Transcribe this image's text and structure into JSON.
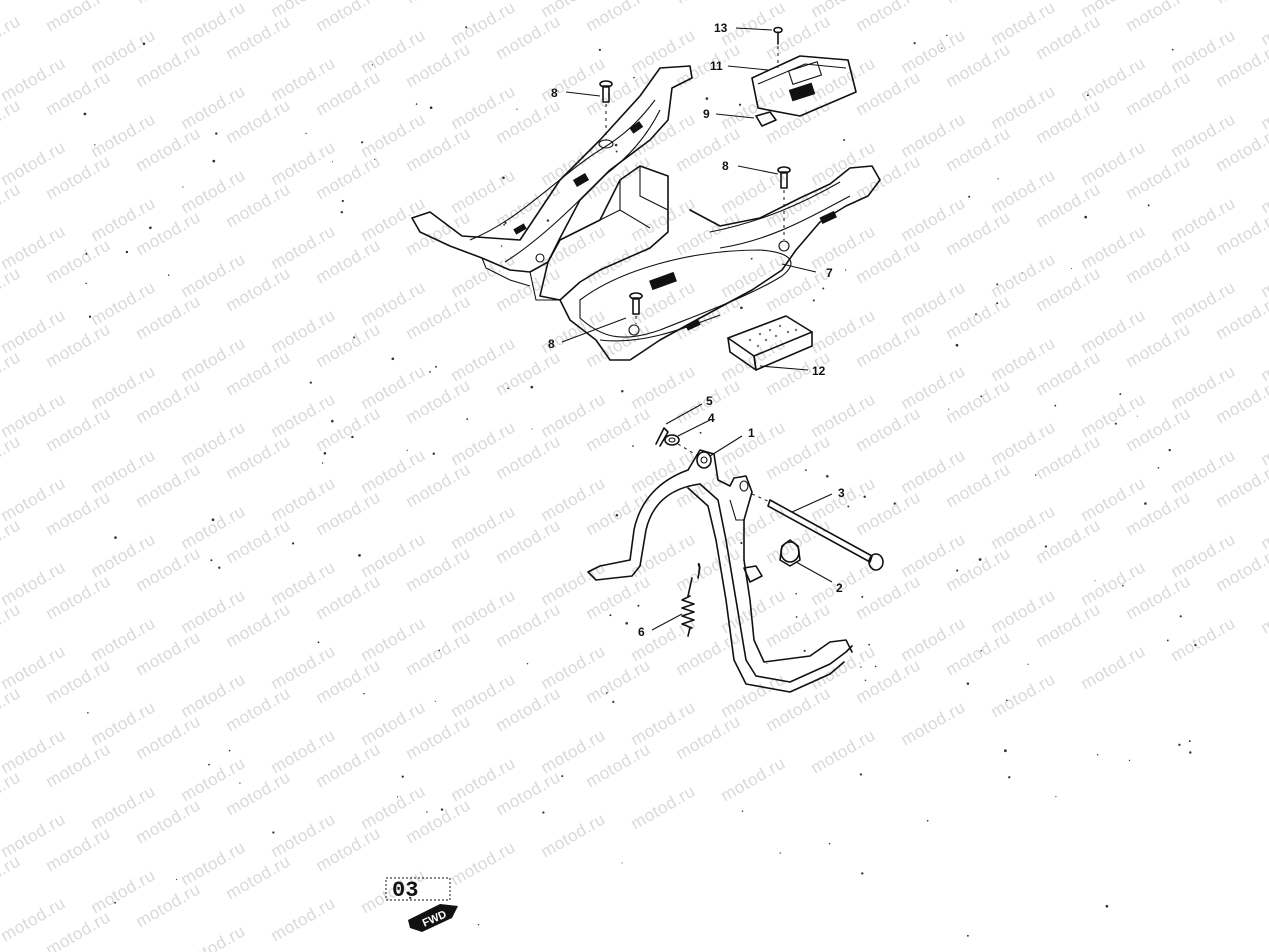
{
  "watermark": {
    "text": "motod.ru"
  },
  "callouts": {
    "c1": "1",
    "c2": "2",
    "c3": "3",
    "c4": "4",
    "c5": "5",
    "c6": "6",
    "c7": "7",
    "c8a": "8",
    "c8b": "8",
    "c8c": "8",
    "c9": "9",
    "c11": "11",
    "c12": "12",
    "c13": "13"
  },
  "corner_badge": {
    "page_code": "03",
    "fwd_label": "FWD"
  },
  "icons": {
    "floor-board-frame": "frame",
    "battery-cover": "cover",
    "main-stand": "stand",
    "fwd-arrow": "arrow"
  }
}
